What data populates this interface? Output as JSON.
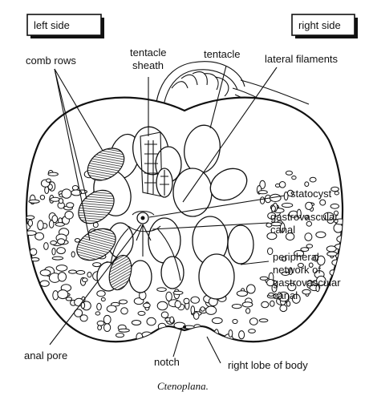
{
  "figure": {
    "caption": "Ctenoplana.",
    "boxes": {
      "left": "left side",
      "right": "right side"
    },
    "labels": {
      "comb_rows": "comb rows",
      "tentacle_sheath_1": "tentacle",
      "tentacle_sheath_2": "sheath",
      "tentacle": "tentacle",
      "lateral_filaments": "lateral filaments",
      "statocyst": "statocyst",
      "gastrovascular_canal_1": "gastrovascular",
      "gastrovascular_canal_2": "canal",
      "peripheral_1": "peripheral",
      "peripheral_2": "network of",
      "peripheral_3": "gastrovascular",
      "peripheral_4": "canal",
      "anal_pore": "anal pore",
      "notch": "notch",
      "right_lobe": "right lobe of body"
    }
  }
}
